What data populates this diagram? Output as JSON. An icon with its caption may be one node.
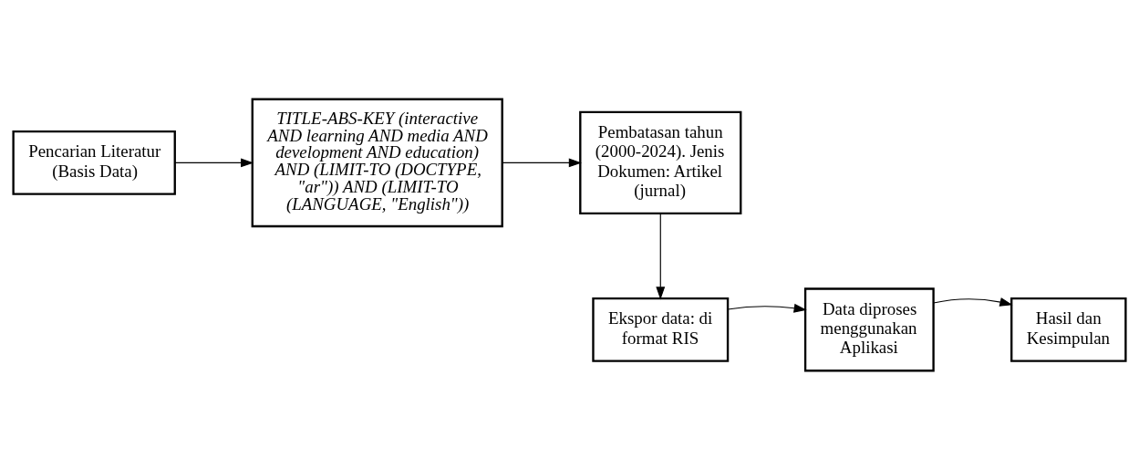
{
  "diagram": {
    "nodes": [
      {
        "text": [
          "Pencarian Literatur (Basis Data)"
        ]
      },
      {
        "text": [
          "TITLE-ABS-KEY (interactive AND learning AND media AND development AND education) AND (LIMIT-TO (DOCTYPE, \"ar\")) AND (LIMIT-TO (LANGUAGE, \"English\"))"
        ]
      },
      {
        "text": [
          "Pembatasan tahun (2000-2024). Jenis Dokumen: Artikel (jurnal)"
        ]
      },
      {
        "text": [
          "Ekspor data: di format RIS"
        ]
      },
      {
        "text": [
          "Data diproses menggunakan Aplikasi"
        ]
      },
      {
        "text": [
          "Hasil dan Kesimpulan"
        ]
      }
    ],
    "edges": [
      {
        "from": 0,
        "to": 1,
        "arrow": "to"
      },
      {
        "from": 1,
        "to": 2,
        "arrow": "to"
      },
      {
        "from": 2,
        "to": 3,
        "arrow": "to"
      },
      {
        "from": 3,
        "to": 4,
        "arrow": "to"
      },
      {
        "from": 4,
        "to": 5,
        "arrow": "to"
      }
    ]
  }
}
